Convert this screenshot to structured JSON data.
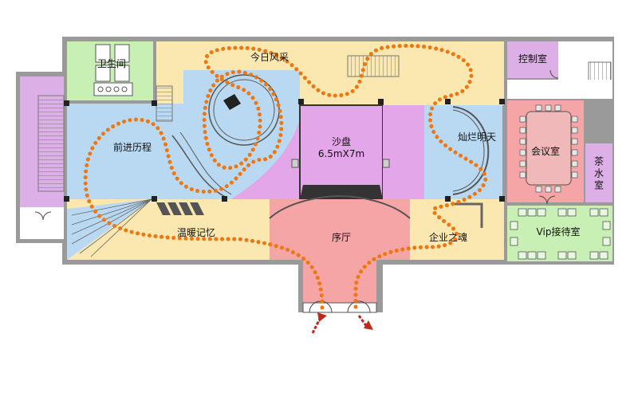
{
  "rooms": {
    "restroom": "卫生间",
    "control_room": "控制室",
    "today_style": "今日风采",
    "progress_history": "前进历程",
    "sand_table_name": "沙盘",
    "sand_table_size": "6.5mX7m",
    "brilliant_tomorrow": "灿烂明天",
    "meeting_room": "会议室",
    "tea_room": "茶水室",
    "warm_memories": "温暖记忆",
    "lobby": "序厅",
    "enterprise_soul": "企业之魂",
    "vip_room": "Vip接待室"
  },
  "colors": {
    "wall": "#9a9a9a",
    "yellow_zone": "#fbe8b0",
    "blue_zone": "#b9d9f2",
    "purple_zone": "#e3a6e8",
    "pink_zone": "#f5a5a5",
    "green_zone": "#c8f0b5",
    "lavender_zone": "#dcb0e6",
    "route_dots": "#ee7711",
    "arrow": "#c0281c"
  }
}
